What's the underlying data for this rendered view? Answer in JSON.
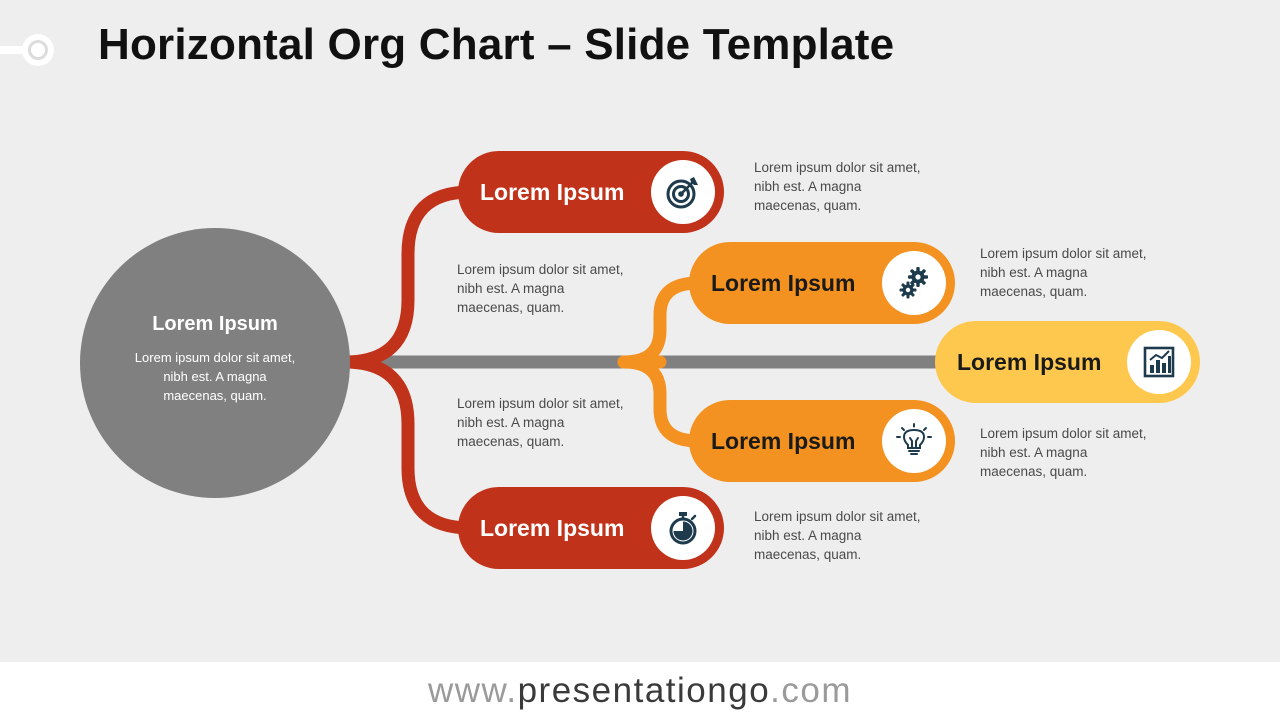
{
  "title": "Horizontal Org Chart – Slide Template",
  "center": {
    "title": "Lorem Ipsum",
    "desc": "Lorem ipsum dolor sit amet, nibh est. A magna maecenas, quam."
  },
  "colors": {
    "red": "#c1321b",
    "orange": "#f39220",
    "yellow": "#fec84e",
    "gray": "#808080",
    "icon": "#1e3b4d"
  },
  "nodes": [
    {
      "label": "Lorem Ipsum",
      "icon": "target-icon",
      "color": "red",
      "desc": "Lorem ipsum dolor sit amet, nibh est. A magna maecenas, quam."
    },
    {
      "label": "Lorem Ipsum",
      "icon": "gears-icon",
      "color": "orange",
      "desc": "Lorem ipsum dolor sit amet, nibh est. A magna maecenas, quam."
    },
    {
      "label": "Lorem Ipsum",
      "icon": "bar-chart-icon",
      "color": "yellow"
    },
    {
      "label": "Lorem Ipsum",
      "icon": "lightbulb-icon",
      "color": "orange",
      "desc": "Lorem ipsum dolor sit amet, nibh est. A magna maecenas, quam."
    },
    {
      "label": "Lorem Ipsum",
      "icon": "stopwatch-icon",
      "color": "red",
      "desc": "Lorem ipsum dolor sit amet, nibh est. A magna maecenas, quam."
    }
  ],
  "branch_notes": [
    "Lorem ipsum dolor sit amet, nibh est. A magna maecenas, quam.",
    "Lorem ipsum dolor sit amet, nibh est. A magna maecenas, quam."
  ],
  "footer": {
    "prefix": "www.",
    "brand": "presentationgo",
    "suffix": ".com"
  }
}
